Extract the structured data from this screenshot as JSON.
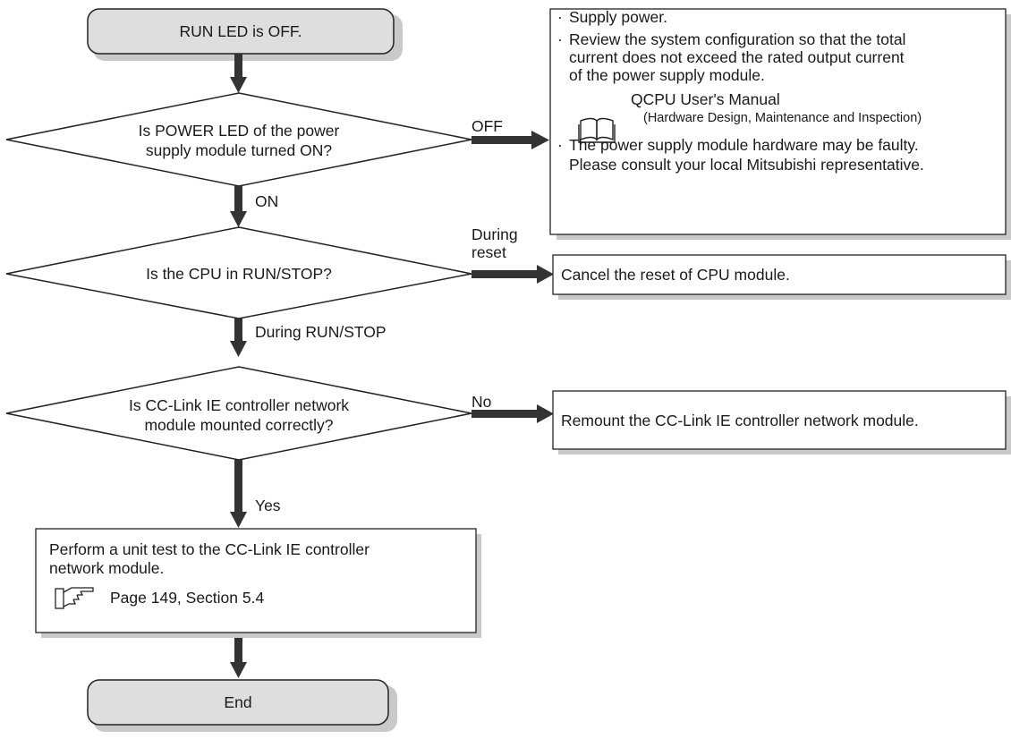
{
  "start": {
    "label": "RUN LED is OFF."
  },
  "end": {
    "label": "End"
  },
  "decisions": [
    {
      "line1": "Is POWER LED of the power",
      "line2": "supply module turned ON?",
      "yes": "ON",
      "no": "OFF"
    },
    {
      "line1": "Is the CPU in RUN/STOP?",
      "yes": "During RUN/STOP",
      "no_line1": "During",
      "no_line2": "reset"
    },
    {
      "line1": "Is CC-Link IE controller network",
      "line2": "module mounted correctly?",
      "yes": "Yes",
      "no": "No"
    }
  ],
  "power_box": {
    "item1": "Supply power.",
    "item2_line1": "Review the system configuration so that the total",
    "item2_line2": "current does not exceed the rated output current",
    "item2_line3": "of the power supply module.",
    "manual_icon": "book-icon",
    "manual_title": "QCPU User's Manual",
    "manual_subtitle": "(Hardware Design, Maintenance and Inspection)",
    "item3_line1": "The power supply module hardware may be faulty.",
    "item3_line2": "Please consult your local Mitsubishi representative."
  },
  "reset_box": {
    "text": "Cancel the reset of CPU module."
  },
  "remount_box": {
    "text": "Remount the CC-Link IE controller network module."
  },
  "unit_test_box": {
    "line1": "Perform a unit test to the CC-Link IE controller",
    "line2": "network module.",
    "ref_icon": "pointing-hand-icon",
    "ref_text": "Page 149, Section 5.4"
  },
  "colors": {
    "terminal_fill": "#dedede",
    "stroke": "#222222",
    "shadow": "#c9c9c9",
    "arrow": "#333333"
  }
}
